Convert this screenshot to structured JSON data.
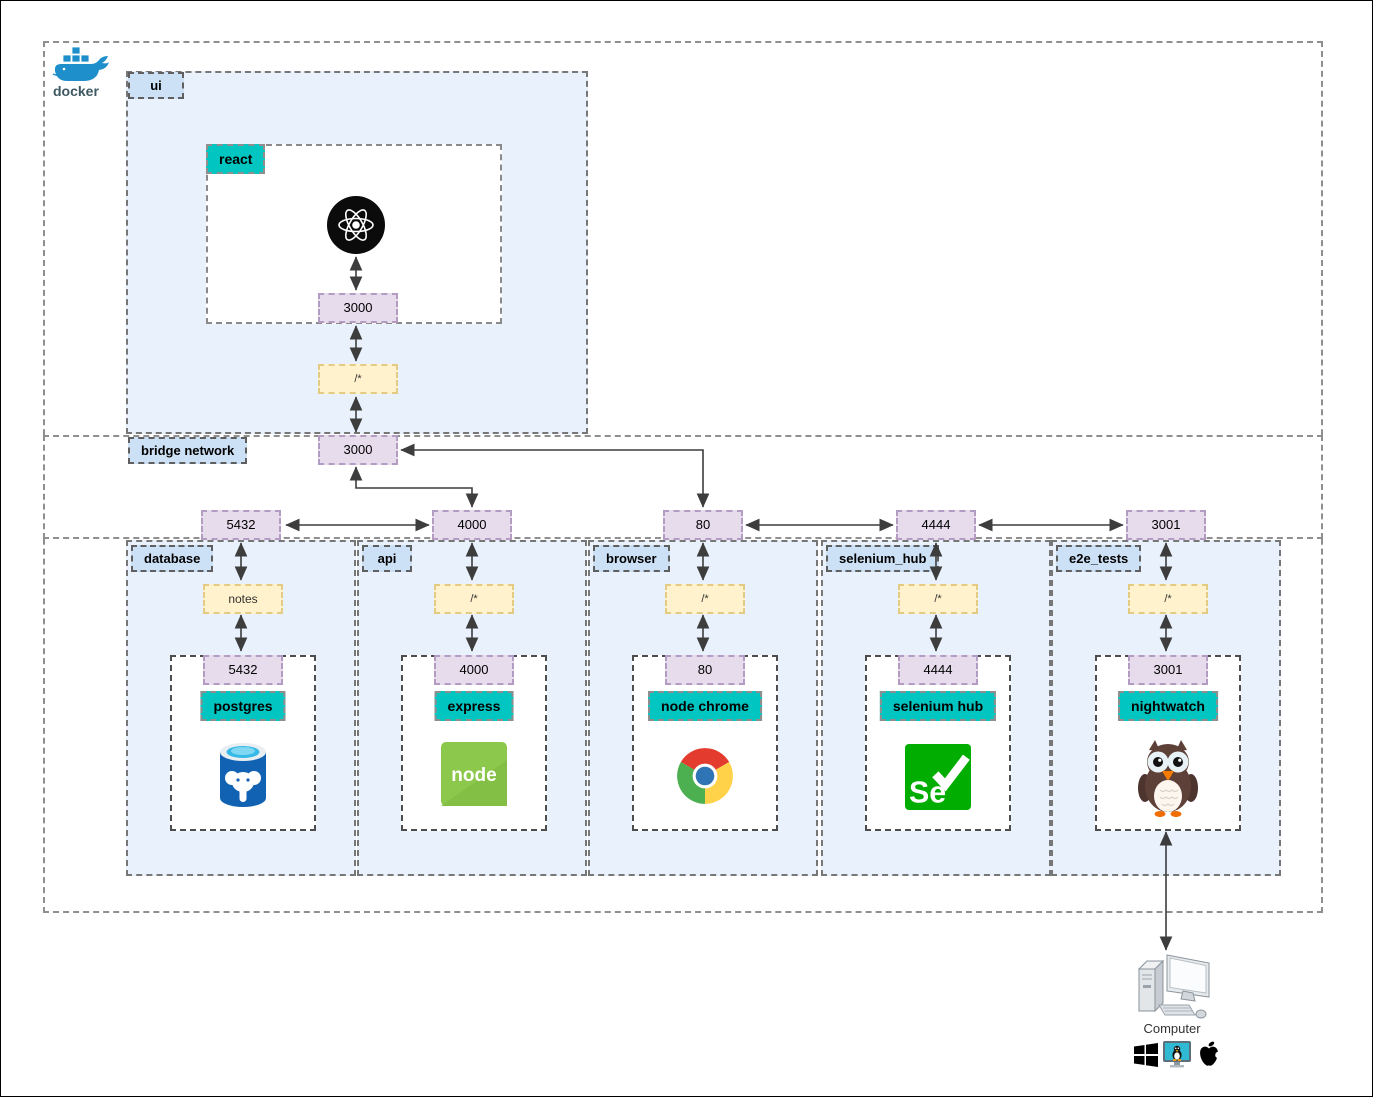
{
  "docker": {
    "logo_text": "docker"
  },
  "ui": {
    "label": "ui",
    "react": {
      "label": "react",
      "icon": "react-atom-icon",
      "port": "3000",
      "route": "/*"
    }
  },
  "bridge": {
    "label": "bridge network",
    "port": "3000"
  },
  "containers": [
    {
      "label": "database",
      "route": "notes",
      "port": "5432",
      "inner_port": "5432",
      "service": "postgres",
      "icon": "postgresql-icon"
    },
    {
      "label": "api",
      "route": "/*",
      "port": "4000",
      "inner_port": "4000",
      "service": "express",
      "icon": "nodejs-icon"
    },
    {
      "label": "browser",
      "route": "/*",
      "port": "80",
      "inner_port": "80",
      "service": "node chrome",
      "icon": "chrome-icon"
    },
    {
      "label": "selenium_hub",
      "route": "/*",
      "port": "4444",
      "inner_port": "4444",
      "service": "selenium hub",
      "icon": "selenium-icon"
    },
    {
      "label": "e2e_tests",
      "route": "/*",
      "port": "3001",
      "inner_port": "3001",
      "service": "nightwatch",
      "icon": "nightwatch-owl-icon"
    }
  ],
  "computer": {
    "label": "Computer",
    "os_icons": [
      "windows-icon",
      "linux-icon",
      "apple-icon"
    ]
  },
  "colors": {
    "container_fill": "#e8f1fc",
    "label_fill": "#cde1f6",
    "port_fill": "#e7dcec",
    "port_border": "#b49bc4",
    "route_fill": "#fff2cc",
    "route_border": "#e3cb83",
    "service_fill": "#00c5c0",
    "docker_blue": "#1e8fca",
    "node_green": "#8cc84b",
    "selenium_green": "#00ad00"
  }
}
